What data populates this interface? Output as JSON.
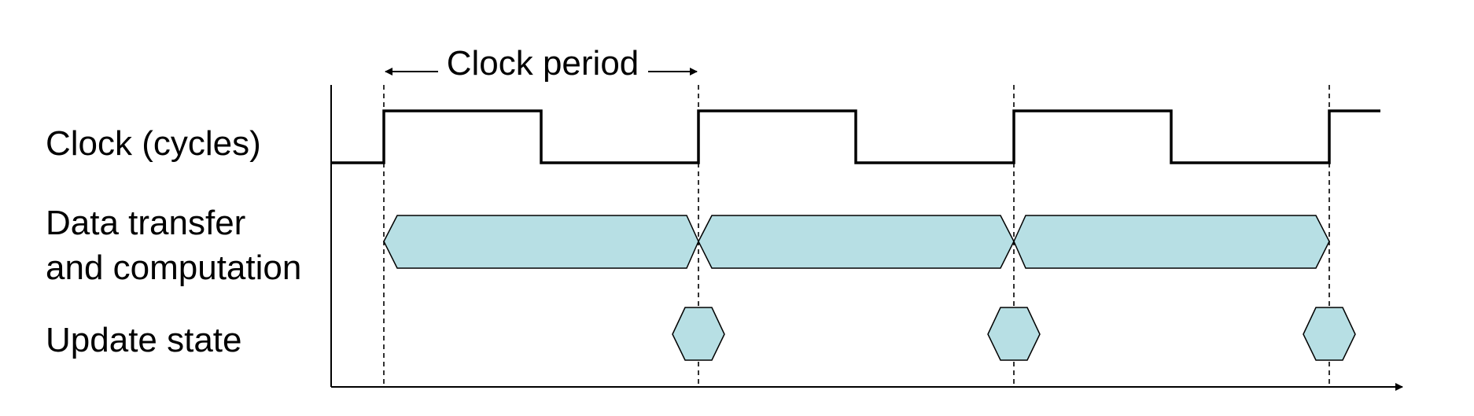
{
  "labels": {
    "clock_period": "Clock period",
    "clock_row": "Clock (cycles)",
    "data_row_line1": "Data transfer",
    "data_row_line2": "and computation",
    "update_row": "Update state"
  },
  "colors": {
    "shape_fill": "#b7dfe4",
    "line": "#000000",
    "background": "#ffffff"
  },
  "timing": {
    "clock_cycles_shown": 3,
    "data_transfer_segments": 3,
    "state_updates": 3
  }
}
